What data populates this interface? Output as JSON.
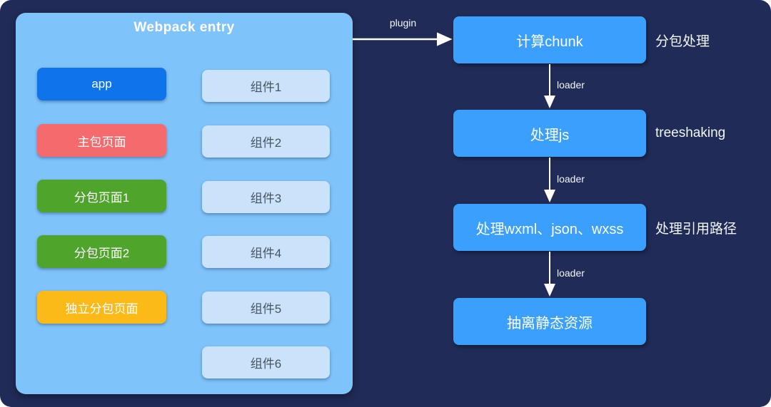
{
  "colors": {
    "background": "#202b57",
    "entry_panel": "#7fc3fb",
    "app_node": "#0f74e9",
    "main_package_node": "#f56b6d",
    "subpackage_node": "#4fa42c",
    "independent_package_node": "#fcba18",
    "component_node": "#cbe2fb",
    "flow_box": "#3ba0fd",
    "arrow": "#ffffff"
  },
  "entry_panel": {
    "title": "Webpack entry",
    "pages": [
      {
        "label": "app"
      },
      {
        "label": "主包页面"
      },
      {
        "label": "分包页面1"
      },
      {
        "label": "分包页面2"
      },
      {
        "label": "独立分包页面"
      }
    ],
    "components": [
      {
        "label": "组件1"
      },
      {
        "label": "组件2"
      },
      {
        "label": "组件3"
      },
      {
        "label": "组件4"
      },
      {
        "label": "组件5"
      },
      {
        "label": "组件6"
      }
    ]
  },
  "flow": {
    "entry_arrow_label": "plugin",
    "steps": [
      {
        "label": "计算chunk",
        "note": "分包处理",
        "arrow_label_below": "loader"
      },
      {
        "label": "处理js",
        "note": "treeshaking",
        "arrow_label_below": "loader"
      },
      {
        "label": "处理wxml、json、wxss",
        "note": "处理引用路径",
        "arrow_label_below": "loader"
      },
      {
        "label": "抽离静态资源",
        "note": ""
      }
    ]
  }
}
